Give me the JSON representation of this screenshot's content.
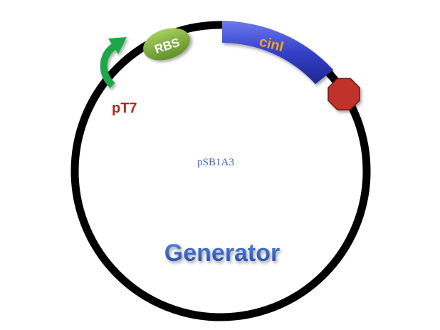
{
  "plasmid": {
    "backbone_label": "pSB1A3",
    "title": "Generator"
  },
  "parts": {
    "promoter": {
      "label": "pT7",
      "icon": "promoter-arrow-icon",
      "color": "#1fa84a"
    },
    "rbs": {
      "label": "RBS",
      "color": "#7fb13b"
    },
    "gene": {
      "label": "cinI",
      "color": "#3340c8",
      "label_color": "#f2a318"
    },
    "terminator": {
      "icon": "terminator-octagon-icon",
      "color": "#c0302a"
    }
  },
  "colors": {
    "ring": "#000000",
    "promoter_label": "#b3261e",
    "backbone_label": "#3a66c4",
    "title": "#2a5cc8"
  }
}
